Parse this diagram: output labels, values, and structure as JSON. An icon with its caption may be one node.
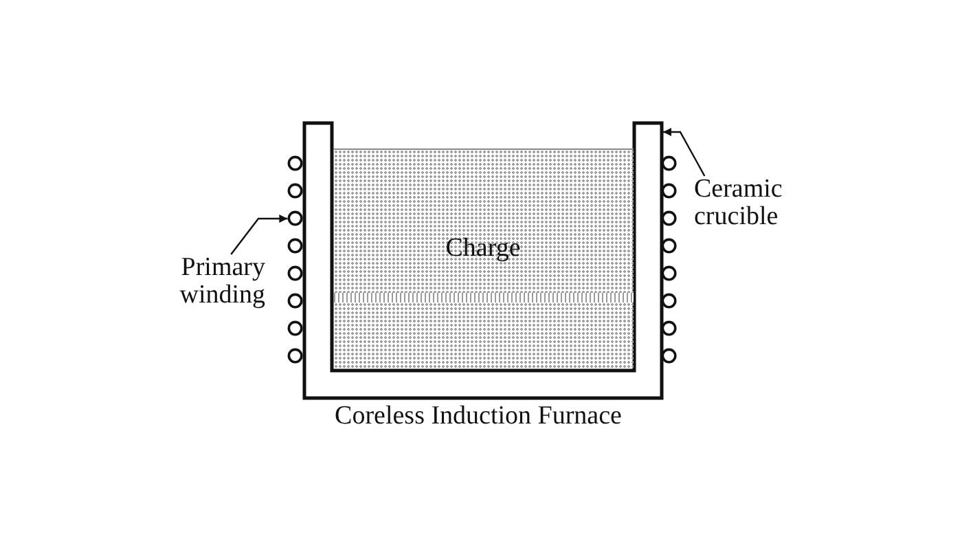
{
  "diagram": {
    "caption": "Coreless Induction Furnace",
    "nodes": [
      {
        "text": [],
        "shape": "box"
      },
      {
        "text": [
          "Charge"
        ],
        "in": 0
      },
      {
        "text": [],
        "shape": "circle"
      },
      {
        "text": [
          "Primary winding"
        ]
      },
      {
        "text": [
          "Ceramic crucible"
        ]
      }
    ],
    "edges": [
      {
        "from": 3,
        "to": 2,
        "arrow": "to"
      },
      {
        "from": 4,
        "to": 0,
        "arrow": "to"
      }
    ]
  }
}
